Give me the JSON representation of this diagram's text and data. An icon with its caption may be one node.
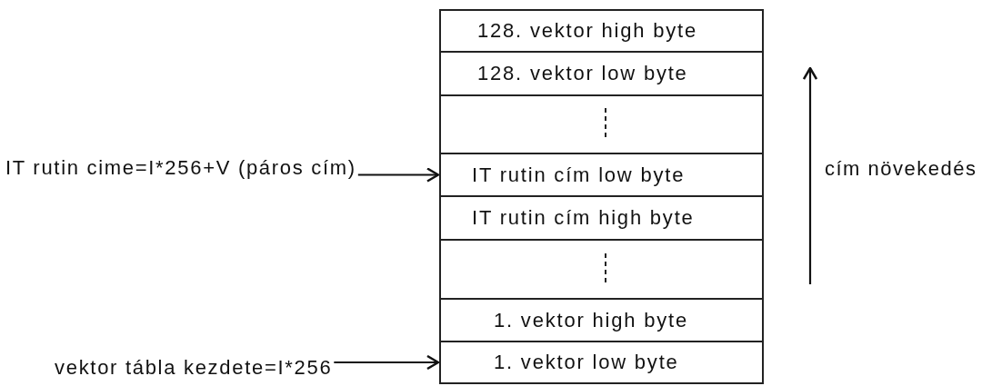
{
  "diagram": {
    "nodes": [
      {
        "text": [
          "128. vektor high byte"
        ]
      },
      {
        "text": [
          "128. vektor low byte"
        ]
      },
      {
        "text": [],
        "shape": "box"
      },
      {
        "text": [
          "IT rutin cím low byte"
        ]
      },
      {
        "text": [
          "IT rutin cím high byte"
        ]
      },
      {
        "text": [],
        "shape": "box"
      },
      {
        "text": [
          "1. vektor high byte"
        ]
      },
      {
        "text": [
          "1. vektor low byte"
        ]
      },
      {
        "text": [
          "IT rutin cime=I*256+V (páros cím)"
        ]
      },
      {
        "text": [
          "vektor tábla kezdete=I*256"
        ]
      }
    ],
    "edges": [
      {
        "from": 8,
        "to": 3,
        "arrow": "to"
      },
      {
        "from": 9,
        "to": 7,
        "arrow": "to"
      }
    ],
    "labels": [
      "cím növekedés"
    ]
  }
}
